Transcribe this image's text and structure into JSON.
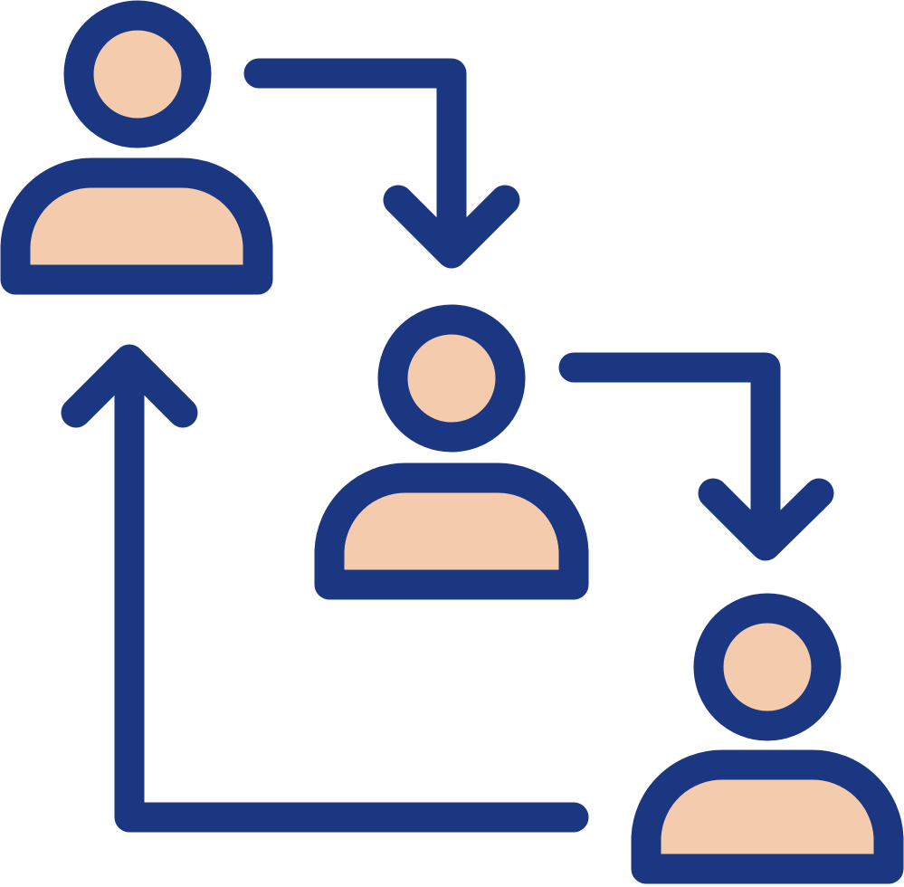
{
  "colors": {
    "stroke": "#1b3782",
    "fill": "#f4cbad",
    "background": "#ffffff"
  },
  "icons": [
    {
      "name": "person-top-left-icon"
    },
    {
      "name": "person-middle-icon"
    },
    {
      "name": "person-bottom-right-icon"
    }
  ],
  "connectors": [
    {
      "name": "arrow-top-to-middle-icon",
      "direction": "down"
    },
    {
      "name": "arrow-middle-to-bottom-icon",
      "direction": "down"
    },
    {
      "name": "arrow-return-to-top-icon",
      "direction": "up"
    }
  ]
}
